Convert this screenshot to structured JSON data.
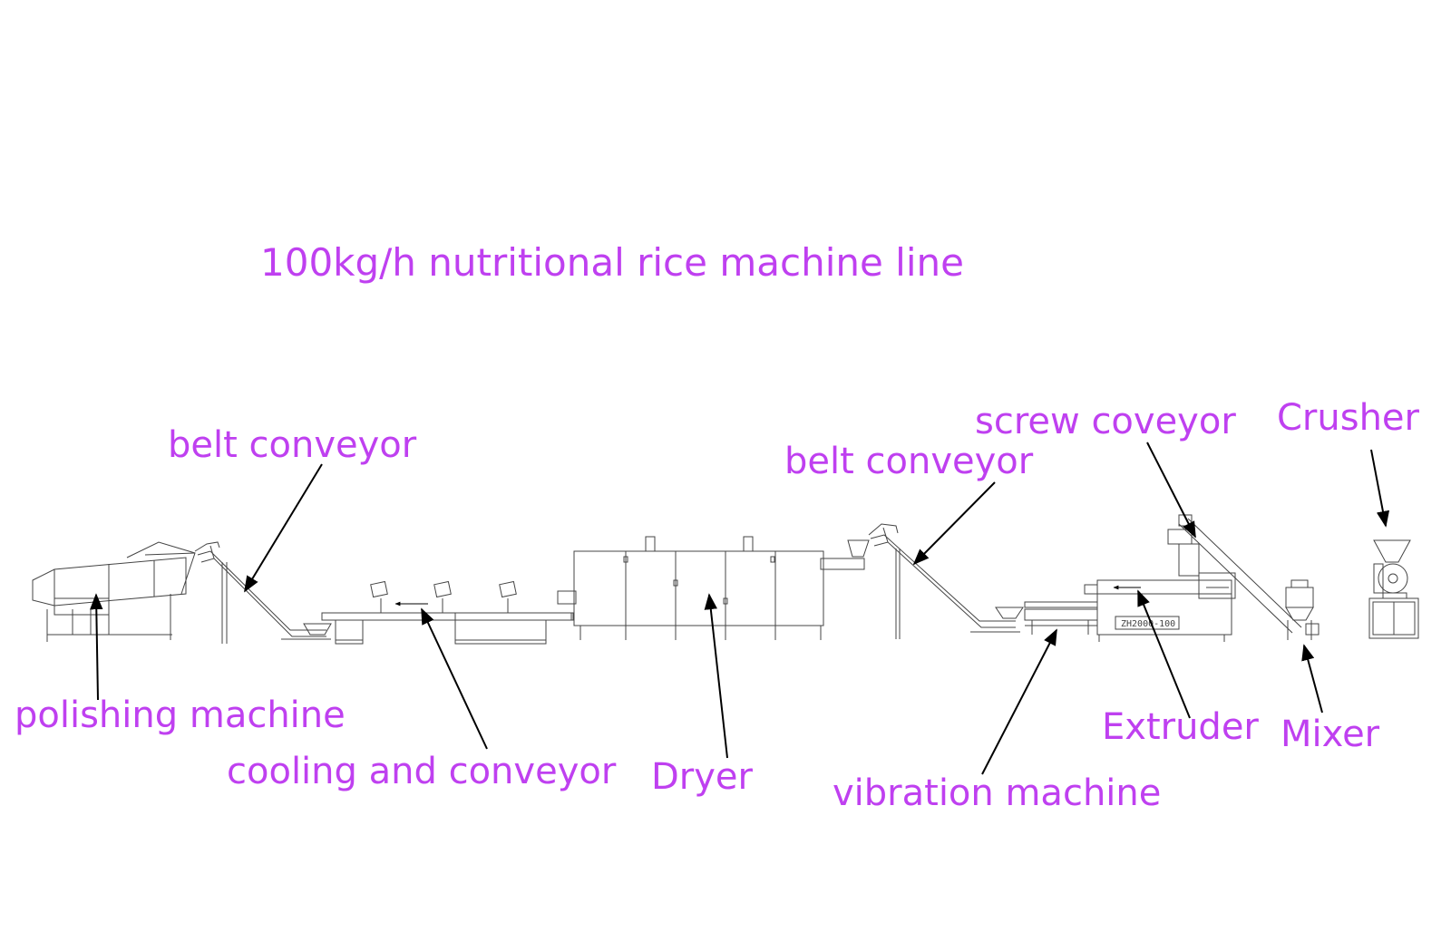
{
  "colors": {
    "label": "#bf40f0",
    "line": "#000000",
    "drawing": "#444444"
  },
  "title": "100kg/h nutritional rice machine line",
  "nameplate": "ZH2000-100",
  "labels": [
    {
      "id": "polishing-machine",
      "text": "polishing machine"
    },
    {
      "id": "belt-conveyor-1",
      "text": "belt conveyor"
    },
    {
      "id": "cooling-conveyor",
      "text": "cooling and conveyor"
    },
    {
      "id": "dryer",
      "text": "Dryer"
    },
    {
      "id": "belt-conveyor-2",
      "text": "belt conveyor"
    },
    {
      "id": "vibration-machine",
      "text": "vibration machine"
    },
    {
      "id": "screw-conveyor",
      "text": "screw coveyor"
    },
    {
      "id": "extruder",
      "text": "Extruder"
    },
    {
      "id": "mixer",
      "text": "Mixer"
    },
    {
      "id": "crusher",
      "text": "Crusher"
    }
  ]
}
